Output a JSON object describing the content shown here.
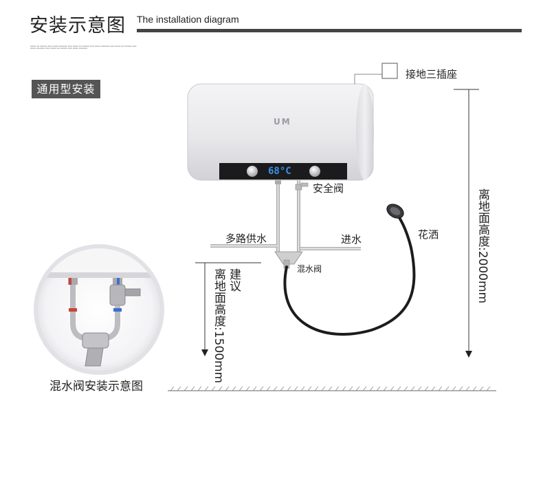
{
  "header": {
    "title_cn": "安装示意图",
    "title_en": "The installation diagram"
  },
  "badge": "通用型安装",
  "heater": {
    "logo": "UM",
    "display": "68°C"
  },
  "labels": {
    "grounding_socket": "接地三插座",
    "safety_valve": "安全阀",
    "multi_supply": "多路供水",
    "water_inlet": "进水",
    "shower": "花洒",
    "mixing_valve": "混水阀",
    "recommend": "建议",
    "height_1500": "离地面高度:1500mm",
    "height_2000": "离地面高度:2000mm"
  },
  "inset_caption": "混水阀安装示意图",
  "colors": {
    "heater_body": "#e9e9ec",
    "panel": "#1b1b1d",
    "badge_bg": "#555555",
    "display": "#3a8fe8",
    "hot_mark": "#c8443a",
    "cold_mark": "#3a6fd0"
  }
}
